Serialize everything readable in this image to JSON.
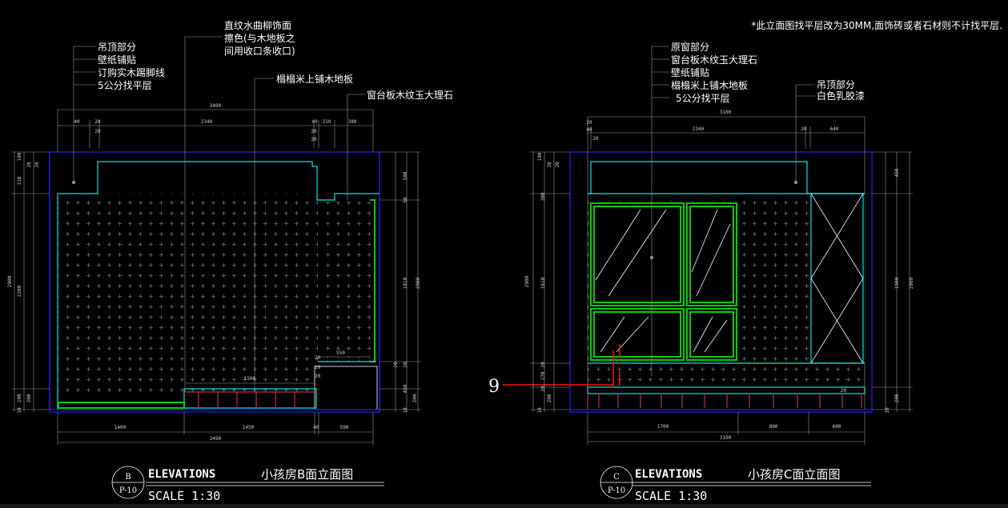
{
  "note": "*此立面图找平层改为30MM,面饰砖或者石材则不计找平层.",
  "elevation_b": {
    "labels_left": [
      "吊顶部分",
      "壁纸铺贴",
      "订购实木踢脚线",
      "5公分找平层"
    ],
    "label_veneer": [
      "直纹水曲柳饰面",
      "擦色(与木地板之",
      "间用收口条收口)"
    ],
    "label_floor": "榻榻米上铺木地板",
    "label_sill": "窗台板木纹玉大理石",
    "top_total": "3490",
    "top_segments": [
      "40",
      "20",
      "2340",
      "40",
      "210",
      "380",
      "20"
    ],
    "top_sub": [
      "20",
      "20"
    ],
    "left_dims": [
      "100",
      "20",
      "20",
      "310",
      "2900",
      "2200",
      "290",
      "200",
      "10"
    ],
    "right_dims": [
      "500",
      "50",
      "1810",
      "2900",
      "20",
      "20",
      "450",
      "10",
      "200"
    ],
    "inner_dims": [
      "20",
      "550",
      "1500",
      "20",
      "20"
    ],
    "bottom_segments": [
      "1400",
      "1450",
      "40",
      "590"
    ],
    "bottom_total": "3490",
    "bubble_top": "B",
    "bubble_bottom": "P-10",
    "title_en": "ELEVATIONS",
    "title_cn": "小孩房B面立面图",
    "scale": "SCALE  1:30"
  },
  "elevation_c": {
    "labels_left": [
      "原窗部分",
      "窗台板木纹玉大理石",
      "壁纸铺贴",
      "榻榻米上铺木地板",
      "5公分找平层"
    ],
    "labels_right": [
      "吊顶部分",
      "白色乳胶漆"
    ],
    "top_total": "3100",
    "top_segments": [
      "20",
      "40",
      "20",
      "2340",
      "20",
      "640"
    ],
    "left_dims": [
      "100",
      "20",
      "20",
      "300",
      "2900",
      "1610",
      "20",
      "270",
      "20",
      "200",
      "10"
    ],
    "right_dims": [
      "450",
      "1900",
      "2900",
      "200",
      "10"
    ],
    "inner_dims": [
      "20"
    ],
    "bottom_segments": [
      "1700",
      "800",
      "600"
    ],
    "bottom_total": "3100",
    "bubble_top": "C",
    "bubble_bottom": "P-10",
    "title_en": "ELEVATIONS",
    "title_cn": "小孩房C面立面图",
    "scale": "SCALE  1:30"
  },
  "marker_number": "9",
  "colors": {
    "background": "#000000",
    "outline": "#2020ff",
    "ceiling": "#00e6e6",
    "window": "#00d000",
    "marker": "#ff1010",
    "tatami": "#c03050"
  }
}
